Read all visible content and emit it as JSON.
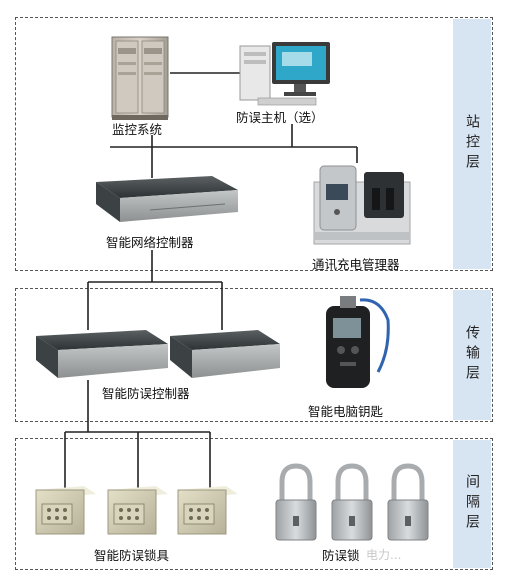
{
  "layers": [
    {
      "id": "station",
      "label": "站控层"
    },
    {
      "id": "transmission",
      "label": "传输层"
    },
    {
      "id": "bay",
      "label": "间隔层"
    }
  ],
  "devices": {
    "monitor_system": "监控系统",
    "anti_misop_host": "防误主机（选）",
    "network_controller": "智能网络控制器",
    "comm_charger": "通讯充电管理器",
    "anti_misop_controller": "智能防误控制器",
    "smart_key": "智能电脑钥匙",
    "smart_lock": "智能防误锁具",
    "anti_misop_padlock": "防误锁"
  },
  "watermark": "电力..."
}
